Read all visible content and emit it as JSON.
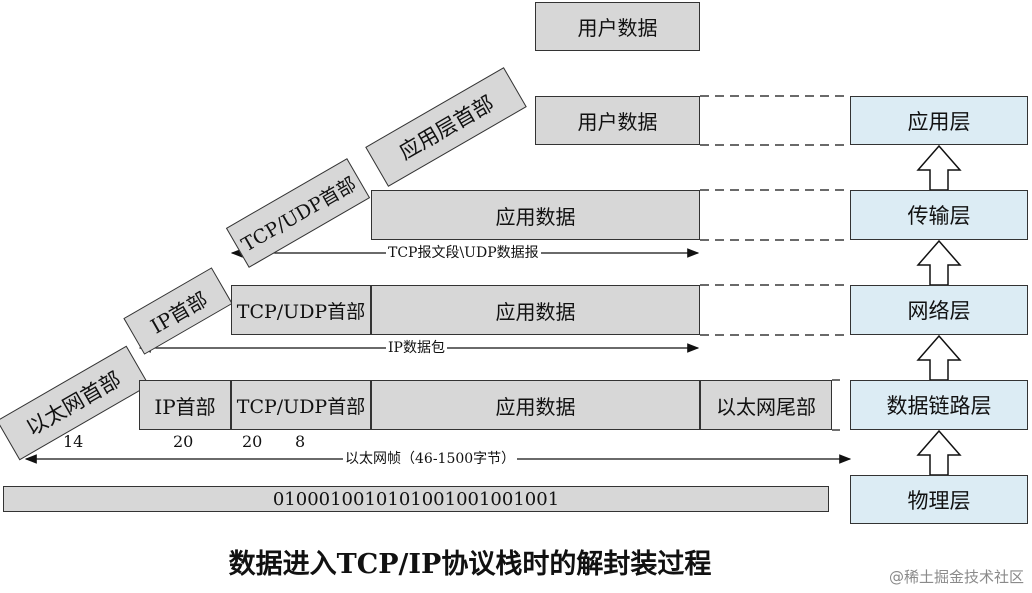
{
  "title": "数据进入TCP/IP协议栈时的解封装过程",
  "watermark": "@稀土掘金技术社区",
  "top_user_data": "用户数据",
  "app_row": {
    "header": "应用层首部",
    "data": "用户数据"
  },
  "transport_row": {
    "header": "TCP/UDP首部",
    "data": "应用数据",
    "span_label": "TCP报文段\\UDP数据报"
  },
  "network_row": {
    "header": "IP首部",
    "tcp": "TCP/UDP首部",
    "data": "应用数据",
    "span_label": "IP数据包"
  },
  "link_row": {
    "header": "以太网首部",
    "ip": "IP首部",
    "tcp": "TCP/UDP首部",
    "data": "应用数据",
    "trailer": "以太网尾部",
    "span_label": "以太网帧（46-1500字节）"
  },
  "sizes": {
    "eth": "14",
    "ip": "20",
    "tcp": "20",
    "udp": "8"
  },
  "bits": "0100010010101001001001001",
  "layers": [
    "应用层",
    "传输层",
    "网络层",
    "数据链路层",
    "物理层"
  ]
}
